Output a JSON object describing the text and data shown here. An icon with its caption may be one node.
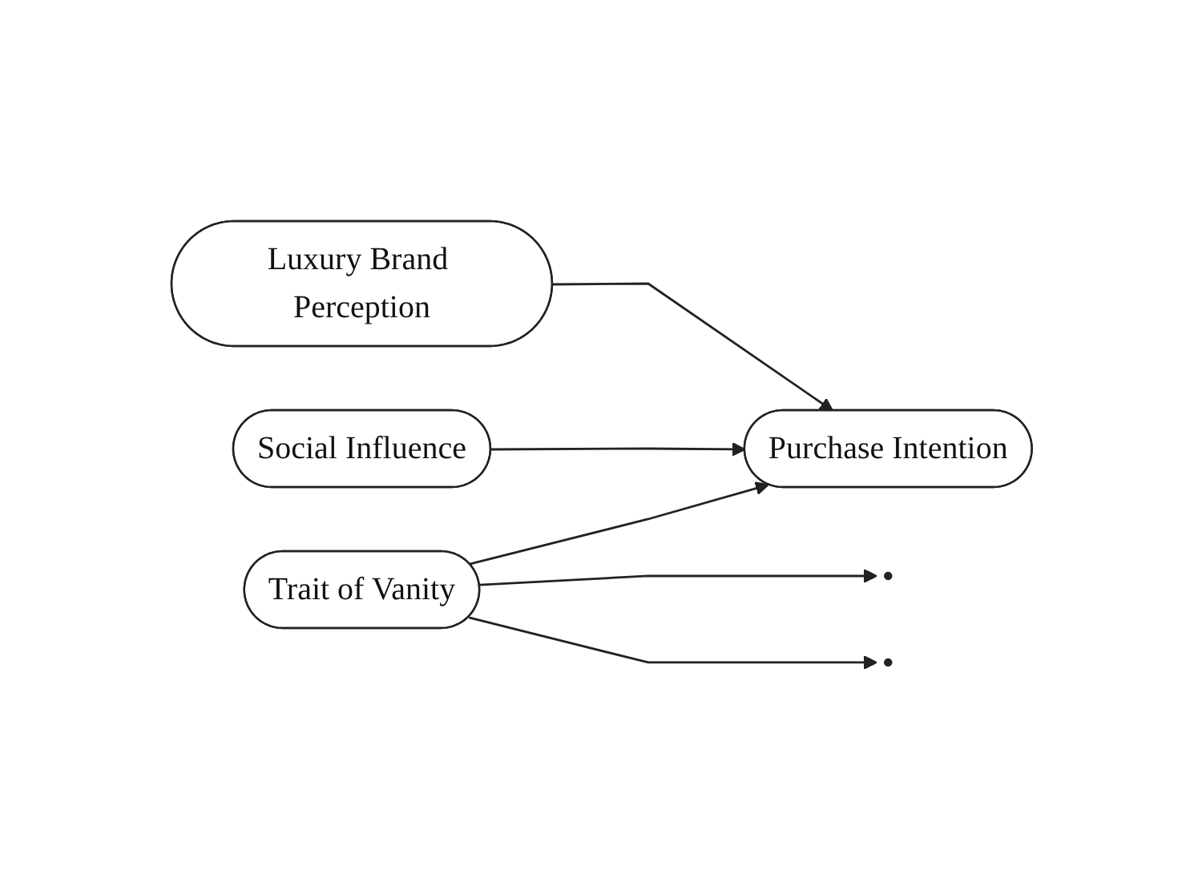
{
  "diagram": {
    "nodes": [
      {
        "text": [
          "Luxury Brand Perception"
        ]
      },
      {
        "text": [
          "Social Influence"
        ]
      },
      {
        "text": [
          "Trait of Vanity"
        ]
      },
      {
        "text": [
          "Purchase Intention"
        ]
      }
    ],
    "edges": [
      {
        "from": 0,
        "to": 3,
        "arrow": "to"
      },
      {
        "from": 1,
        "to": 3,
        "arrow": "to"
      },
      {
        "from": 2,
        "to": 3,
        "arrow": "to"
      },
      {
        "from": 2,
        "to": null,
        "arrow": "to"
      },
      {
        "from": 2,
        "to": null,
        "arrow": "to"
      }
    ]
  }
}
